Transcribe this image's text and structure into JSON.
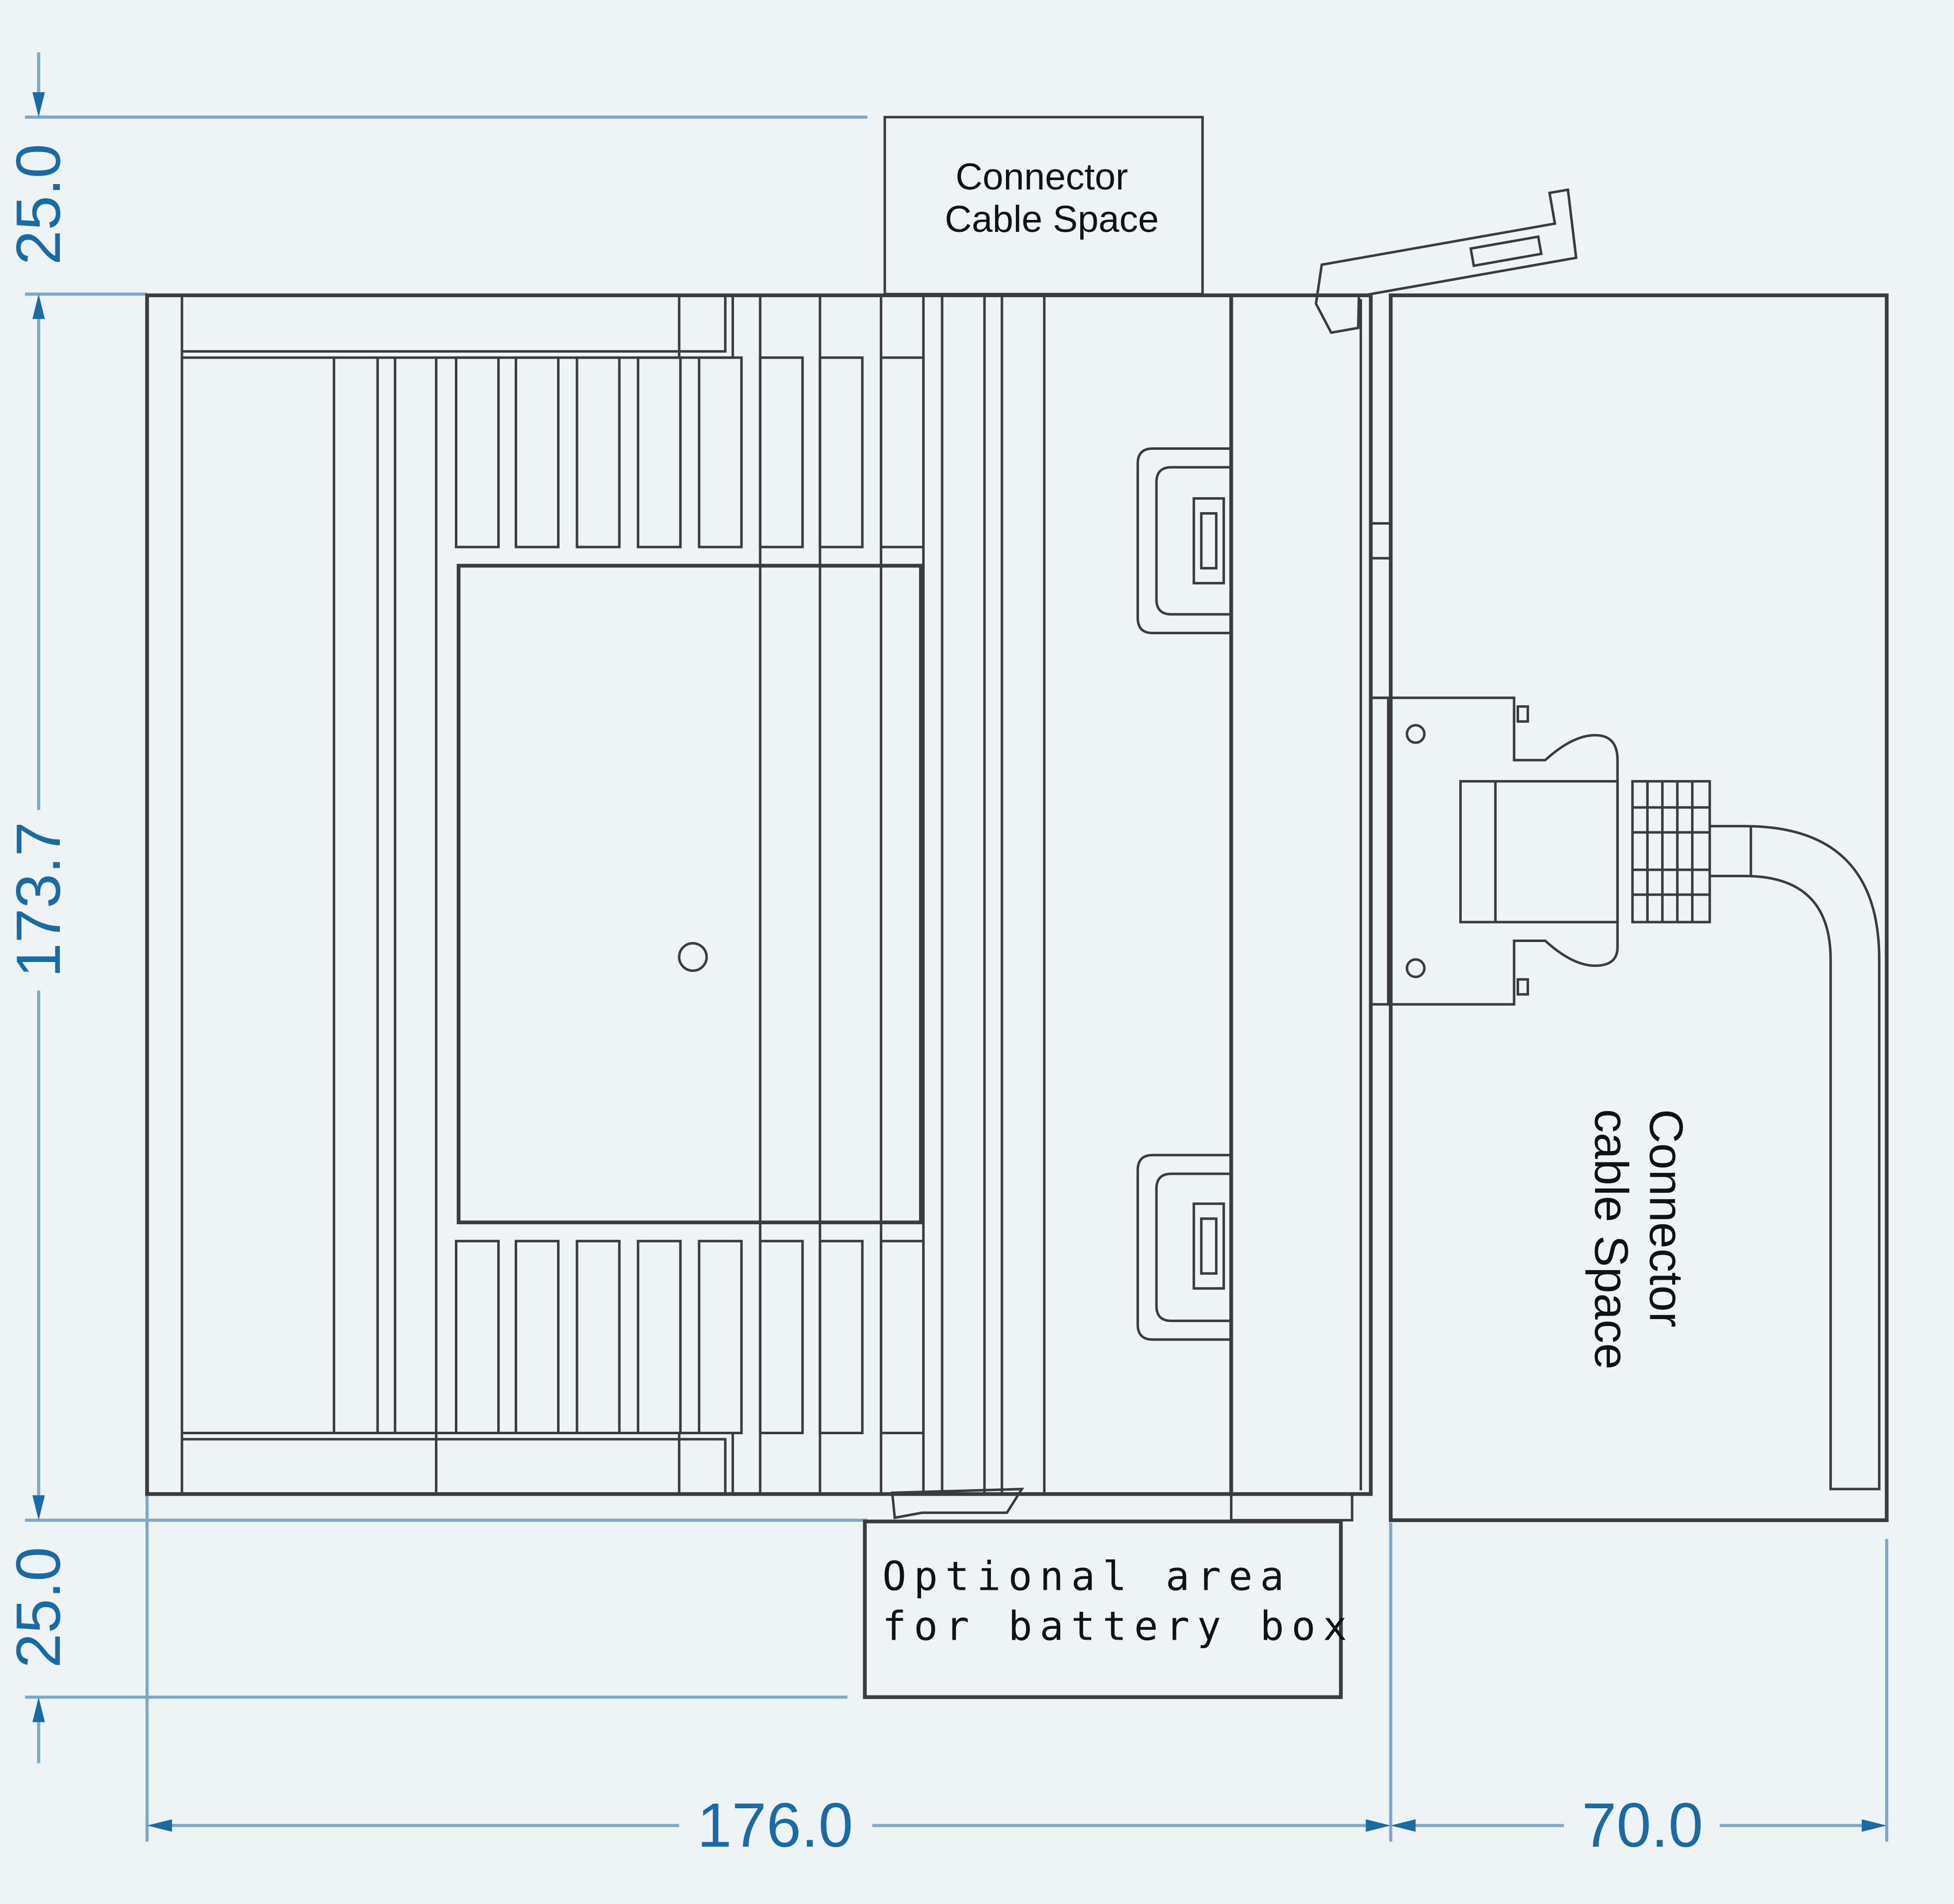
{
  "dimensions": {
    "top_clearance": "25.0",
    "height": "173.7",
    "bottom_clearance": "25.0",
    "width": "176.0",
    "side_clearance": "70.0"
  },
  "labels": {
    "top_space": [
      "Connector",
      "Cable Space"
    ],
    "side_space": [
      "Connector",
      "cable Space"
    ],
    "battery_area": [
      "Optional area",
      "for battery box"
    ]
  },
  "colors": {
    "background": "#eef3f6",
    "dimension": "#1a6aa6",
    "outline": "#3b3b3b"
  }
}
